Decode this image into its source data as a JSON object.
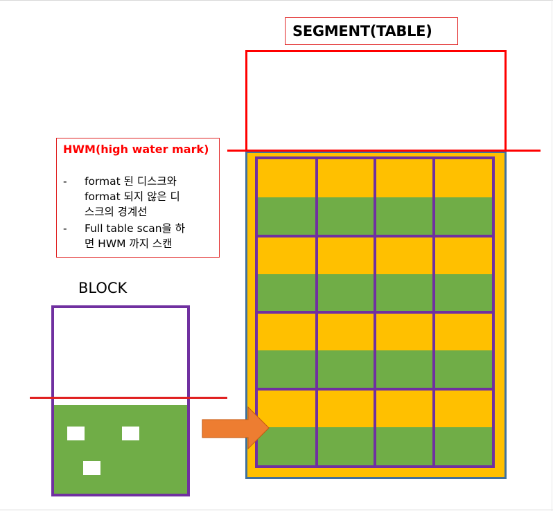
{
  "segment": {
    "title": "SEGMENT(TABLE)",
    "rows": 4,
    "cols": 4,
    "colors": {
      "used_part": "#ffc000",
      "data_part": "#70ad47",
      "grid_border": "#7030a0",
      "segment_border": "#41719c",
      "hwm_line": "#ff0000"
    }
  },
  "hwm_note": {
    "title": "HWM(high water mark)",
    "bullet_1_line_1": "format 된 디스크와",
    "bullet_1_line_2": "format 되지 않은 디",
    "bullet_1_line_3": "스크의 경계선",
    "bullet_2_line_1": "Full table scan을 하",
    "bullet_2_line_2": "면 HWM 까지 스캔",
    "bullet_marker": "-"
  },
  "block": {
    "label": "BLOCK",
    "fill_color": "#70ad47",
    "border_color": "#7030a0"
  },
  "arrow": {
    "color": "#ed7d31",
    "direction": "right"
  }
}
